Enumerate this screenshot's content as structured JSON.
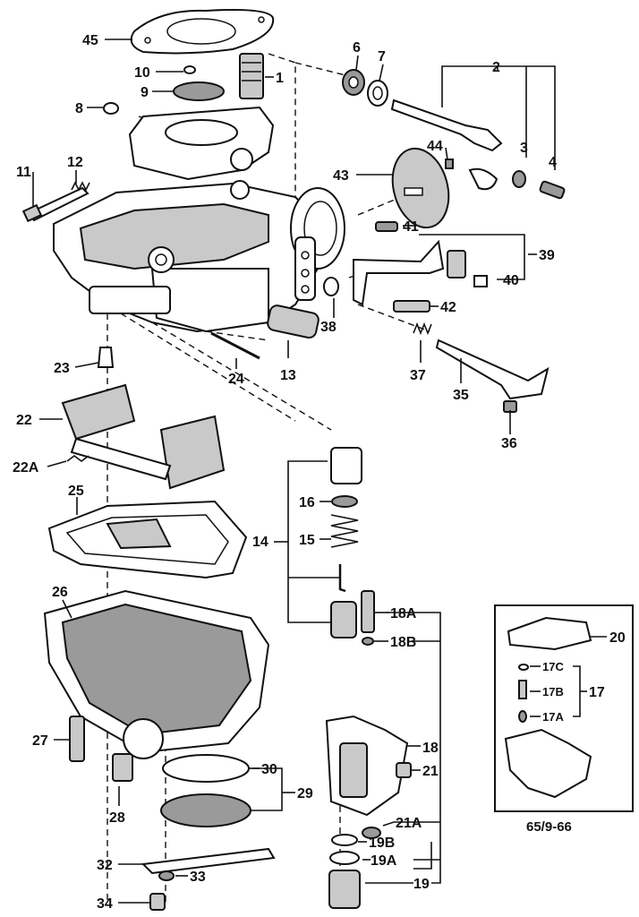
{
  "labels": {
    "p1": "1",
    "p2": "2",
    "p3": "3",
    "p4": "4",
    "p6": "6",
    "p7": "7",
    "p8": "8",
    "p9": "9",
    "p10": "10",
    "p11": "11",
    "p12": "12",
    "p13": "13",
    "p14": "14",
    "p15": "15",
    "p16": "16",
    "p17": "17",
    "p17A": "17A",
    "p17B": "17B",
    "p17C": "17C",
    "p18": "18",
    "p18A": "18A",
    "p18B": "18B",
    "p19": "19",
    "p19A": "19A",
    "p19B": "19B",
    "p20": "20",
    "p21": "21",
    "p21A": "21A",
    "p22": "22",
    "p22A": "22A",
    "p23": "23",
    "p24": "24",
    "p25": "25",
    "p26": "26",
    "p27": "27",
    "p28": "28",
    "p29": "29",
    "p30": "30",
    "p32": "32",
    "p33": "33",
    "p34": "34",
    "p35": "35",
    "p36": "36",
    "p37": "37",
    "p38": "38",
    "p39": "39",
    "p40": "40",
    "p41": "41",
    "p42": "42",
    "p43": "43",
    "p44": "44",
    "p45": "45"
  },
  "inset_caption": "65/9-66"
}
